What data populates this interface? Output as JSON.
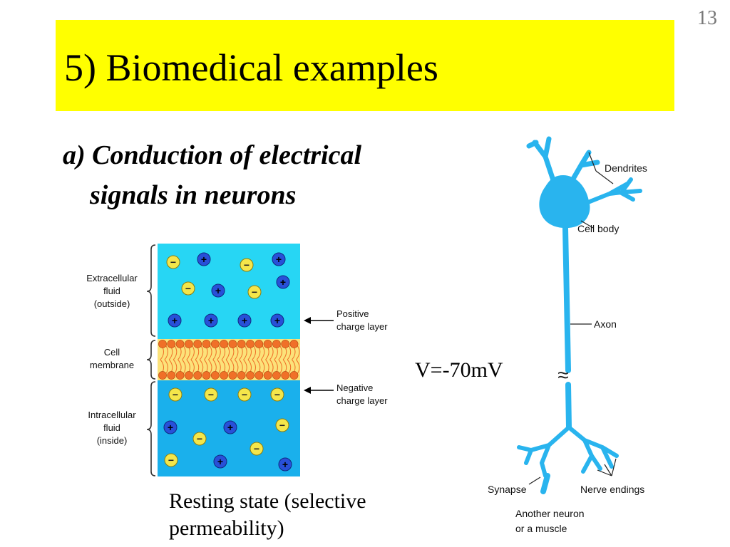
{
  "slide": {
    "page_number": "13",
    "title": "5) Biomedical examples",
    "subtitle_line1": "a) Conduction of electrical",
    "subtitle_line2": "signals in neurons",
    "caption_line1": "Resting state (selective",
    "caption_line2": "permeability)",
    "voltage": "V=-70mV"
  },
  "membrane_diagram": {
    "regions": [
      {
        "line1": "Extracellular",
        "line2": "fluid",
        "line3": "(outside)"
      },
      {
        "line1": "Cell",
        "line2": "membrane"
      },
      {
        "line1": "Intracellular",
        "line2": "fluid",
        "line3": "(inside)"
      }
    ],
    "positive_layer": {
      "line1": "Positive",
      "line2": "charge layer"
    },
    "negative_layer": {
      "line1": "Negative",
      "line2": "charge layer"
    },
    "plus_symbol": "+",
    "minus_symbol": "−",
    "colors": {
      "outside": "#27d6f4",
      "inside": "#1ab0ec",
      "membrane": "#fce27a",
      "lipid_head": "#f07028",
      "positive_ion": "#2850d8",
      "negative_ion": "#f4e64a"
    }
  },
  "neuron_diagram": {
    "labels": {
      "dendrites": "Dendrites",
      "cell_body": "Cell body",
      "axon": "Axon",
      "synapse": "Synapse",
      "nerve_endings": "Nerve endings",
      "target_line1": "Another neuron",
      "target_line2": "or a muscle"
    },
    "break_symbol": "≈",
    "color": "#29b4ee"
  }
}
